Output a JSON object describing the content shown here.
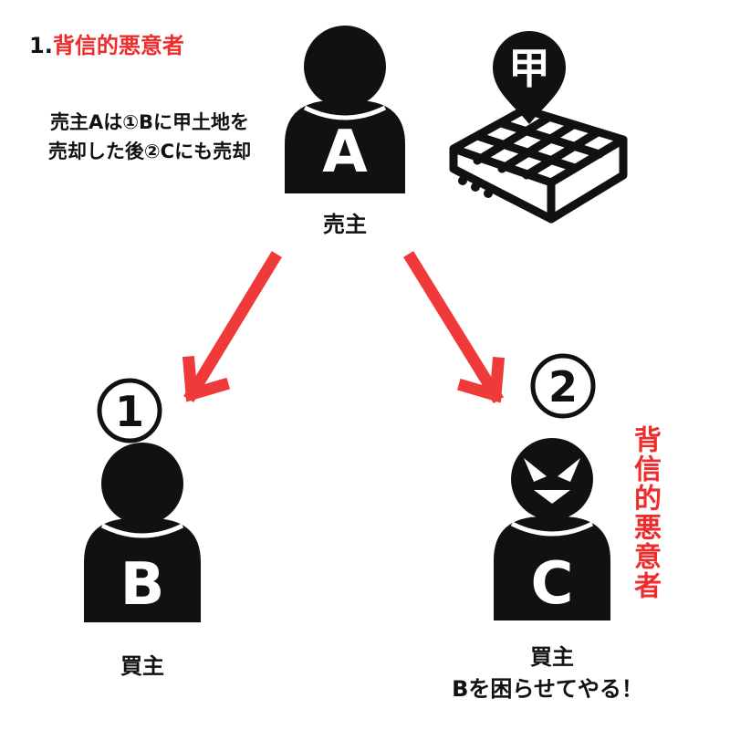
{
  "title": {
    "number": "1.",
    "text": "背信的悪意者"
  },
  "description": {
    "line1": "売主Aは①Bに甲土地を",
    "line2": "売却した後②Cにも売却"
  },
  "seller": {
    "letter": "A",
    "role": "売主"
  },
  "land": {
    "marker_char": "甲"
  },
  "buyer_b": {
    "order": "①",
    "letter": "B",
    "role": "買主"
  },
  "buyer_c": {
    "order": "②",
    "letter": "C",
    "role": "買主",
    "quote": "Bを困らせてやる！",
    "tag": "背信的悪意者"
  },
  "colors": {
    "accent_red": "#ee2c2c",
    "arrow_red": "#f03a3a",
    "ink": "#111111",
    "background": "#ffffff"
  },
  "icons": [
    "person-icon",
    "land-plot-icon",
    "map-pin-icon",
    "arrow-icon",
    "evil-face-icon"
  ]
}
